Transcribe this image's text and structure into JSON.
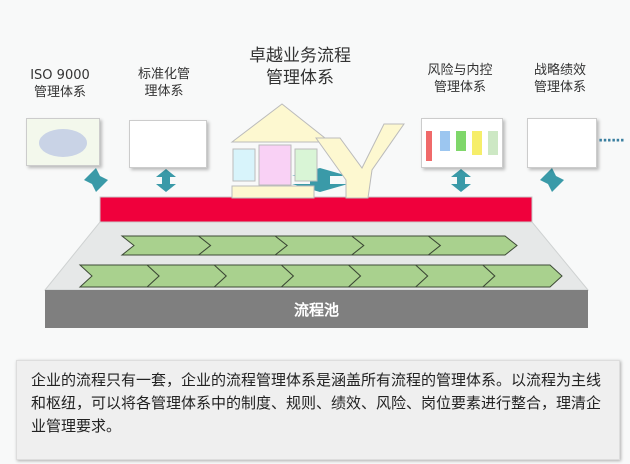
{
  "systems": [
    {
      "title_line1": "ISO 9000",
      "title_line2": "管理体系"
    },
    {
      "title_line1": "标准化管",
      "title_line2": "理体系"
    },
    {
      "title_line1": "卓越业务流程",
      "title_line2": "管理体系"
    },
    {
      "title_line1": "风险与内控",
      "title_line2": "管理体系"
    },
    {
      "title_line1": "战略绩效",
      "title_line2": "管理体系"
    }
  ],
  "more_indicator": "······",
  "pool_label": "流程池",
  "chevron_rows": [
    5,
    7
  ],
  "description": "企业的流程只有一套，企业的流程管理体系是涵盖所有流程的管理体系。以流程为主线和枢纽，可以将各管理体系中的制度、规则、绩效、风险、岗位要素进行整合，理清企业管理要求。",
  "colors": {
    "bar": "#f0003c",
    "arrow": "#3a9aa8",
    "chevron": "#a9d18e",
    "pool": "#7f7f7f"
  }
}
